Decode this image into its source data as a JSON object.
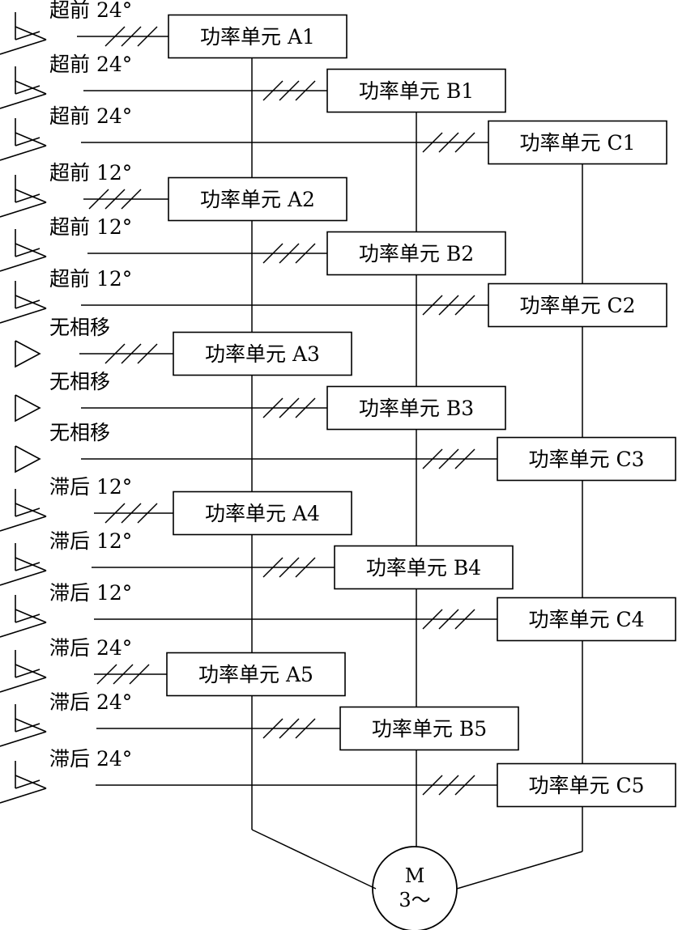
{
  "rows": [
    {
      "phase": "超前 24°",
      "unit": "功率单元 A1",
      "group": "A",
      "winding": "delta"
    },
    {
      "phase": "超前 24°",
      "unit": "功率单元 B1",
      "group": "B",
      "winding": "delta"
    },
    {
      "phase": "超前 24°",
      "unit": "功率单元 C1",
      "group": "C",
      "winding": "delta"
    },
    {
      "phase": "超前 12°",
      "unit": "功率单元 A2",
      "group": "A",
      "winding": "delta"
    },
    {
      "phase": "超前 12°",
      "unit": "功率单元 B2",
      "group": "B",
      "winding": "delta"
    },
    {
      "phase": "超前 12°",
      "unit": "功率单元 C2",
      "group": "C",
      "winding": "delta"
    },
    {
      "phase": "无相移",
      "unit": "功率单元 A3",
      "group": "A",
      "winding": "triangle"
    },
    {
      "phase": "无相移",
      "unit": "功率单元 B3",
      "group": "B",
      "winding": "triangle"
    },
    {
      "phase": "无相移",
      "unit": "功率单元 C3",
      "group": "C",
      "winding": "triangle"
    },
    {
      "phase": "滞后 12°",
      "unit": "功率单元 A4",
      "group": "A",
      "winding": "delta"
    },
    {
      "phase": "滞后 12°",
      "unit": "功率单元 B4",
      "group": "B",
      "winding": "delta"
    },
    {
      "phase": "滞后 12°",
      "unit": "功率单元 C4",
      "group": "C",
      "winding": "delta"
    },
    {
      "phase": "滞后 24°",
      "unit": "功率单元 A5",
      "group": "A",
      "winding": "delta"
    },
    {
      "phase": "滞后 24°",
      "unit": "功率单元 B5",
      "group": "B",
      "winding": "delta"
    },
    {
      "phase": "滞后 24°",
      "unit": "功率单元 C5",
      "group": "C",
      "winding": "delta"
    }
  ],
  "motor": {
    "label": "M",
    "sub": "3～"
  }
}
